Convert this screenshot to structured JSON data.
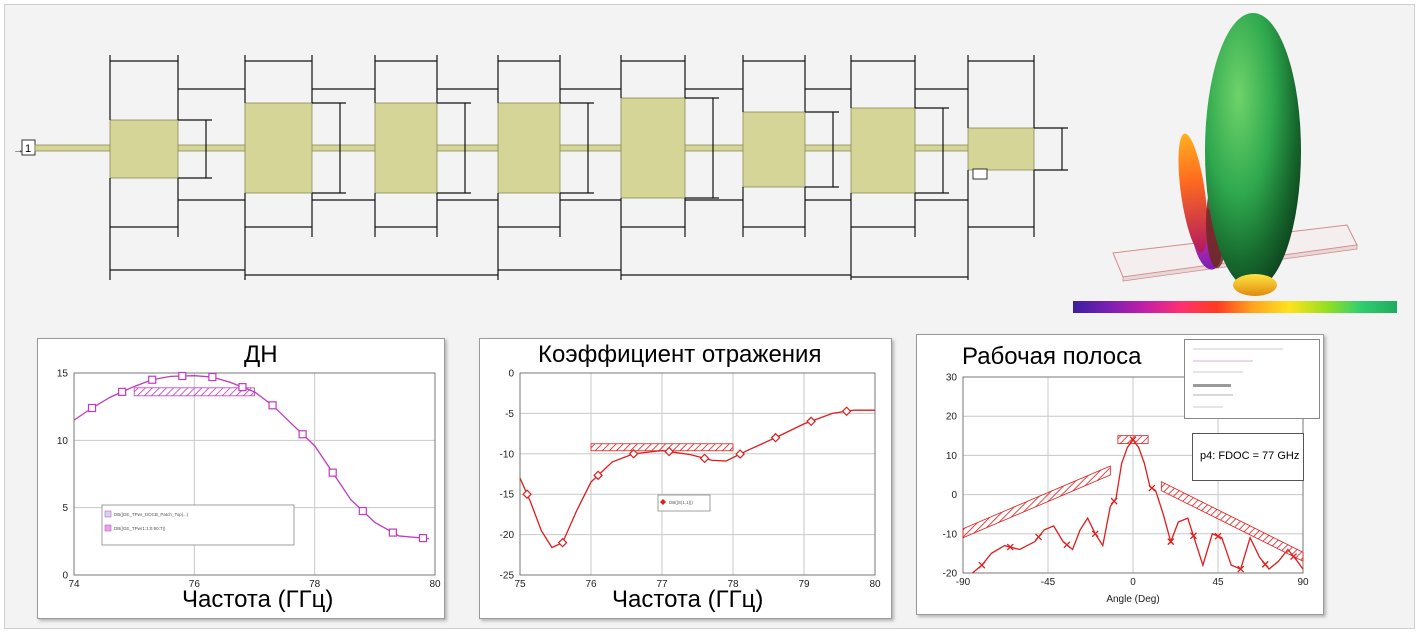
{
  "layout_diagram": {
    "port_label": "1",
    "port_marker": "→"
  },
  "radiation_pattern": {
    "colorbar_colors": [
      "#3b1fa0",
      "#7a1fb3",
      "#c21fa8",
      "#ff3070",
      "#ff3b1f",
      "#ffa51f",
      "#ffe21f",
      "#9be01f",
      "#2fcf6f",
      "#1faa5f"
    ]
  },
  "chart_data": [
    {
      "type": "line",
      "title": "ДН",
      "xlabel": "Частота (ГГц)",
      "ylabel": "",
      "xlim": [
        74,
        80
      ],
      "ylim": [
        0,
        15
      ],
      "xticks": [
        "74",
        "76",
        "78",
        "80"
      ],
      "yticks": [
        "0",
        "5",
        "10",
        "15"
      ],
      "grid": true,
      "series": [
        {
          "color": "#c23ac2",
          "marker": "square",
          "x": [
            74,
            74.3,
            74.6,
            75,
            75.3,
            75.6,
            76,
            76.3,
            76.6,
            77,
            77.3,
            77.6,
            78,
            78.3,
            78.6,
            79,
            79.4,
            79.9
          ],
          "y": [
            11.5,
            12.4,
            13.2,
            14.0,
            14.5,
            14.75,
            14.8,
            14.7,
            14.3,
            13.6,
            12.6,
            11.3,
            9.6,
            7.6,
            5.6,
            3.9,
            2.9,
            2.7
          ]
        }
      ],
      "marker_x": [
        74.3,
        74.8,
        75.3,
        75.8,
        76.3,
        76.8,
        77.3,
        77.8,
        78.3,
        78.8,
        79.3,
        79.8
      ],
      "goal_band": {
        "x": [
          75,
          77
        ],
        "y": 13.9
      },
      "legend_entries": [
        "DB(|GE_TPwr_DOCB_Patch_Top|...)",
        "DB(|GE_TPwr1:1:0:90:T|)"
      ]
    },
    {
      "type": "line",
      "title": "Коэффициент отражения",
      "xlabel": "Частота (ГГц)",
      "ylabel": "",
      "xlim": [
        75,
        80
      ],
      "ylim": [
        -25,
        0
      ],
      "xticks": [
        "75",
        "76",
        "77",
        "78",
        "79",
        "80"
      ],
      "yticks": [
        "0",
        "-5",
        "-10",
        "-15",
        "-20",
        "-25"
      ],
      "grid": true,
      "series": [
        {
          "color": "#e01c1c",
          "marker": "diamond",
          "x": [
            75,
            75.15,
            75.3,
            75.45,
            75.6,
            75.8,
            76,
            76.3,
            76.6,
            77,
            77.4,
            77.7,
            77.9,
            78.2,
            78.6,
            79,
            79.4,
            79.7,
            80
          ],
          "y": [
            -13,
            -16,
            -19.5,
            -21.6,
            -21.0,
            -17.0,
            -13.5,
            -11.0,
            -10.0,
            -9.6,
            -10.1,
            -10.8,
            -10.9,
            -9.6,
            -8.0,
            -6.3,
            -5.0,
            -4.6,
            -4.6
          ]
        }
      ],
      "marker_x": [
        75.1,
        75.6,
        76.1,
        76.6,
        77.1,
        77.6,
        78.1,
        78.6,
        79.1,
        79.6
      ],
      "goal_band": {
        "x": [
          76,
          78
        ],
        "y": -9.5
      },
      "legend_entries": [
        "DB(|S(1,1)|)"
      ]
    },
    {
      "type": "line",
      "title": "Рабочая полоса",
      "xlabel": "Angle (Deg)",
      "ylabel": "",
      "xlim": [
        -90,
        90
      ],
      "ylim": [
        -20,
        30
      ],
      "xticks": [
        "-90",
        "-45",
        "0",
        "45",
        "90"
      ],
      "yticks": [
        "30",
        "20",
        "10",
        "0",
        "-10",
        "-20"
      ],
      "grid": true,
      "series": [
        {
          "color": "#e01c1c",
          "marker": "x",
          "x": [
            -85,
            -80,
            -75,
            -68,
            -60,
            -52,
            -47,
            -42,
            -37,
            -32,
            -28,
            -24,
            -20,
            -16,
            -12,
            -9,
            -6,
            -3,
            0,
            3,
            6,
            9,
            12,
            16,
            20,
            24,
            29,
            33,
            37,
            42,
            47,
            52,
            57,
            62,
            67,
            72,
            77,
            82,
            87,
            90
          ],
          "y": [
            -20,
            -18,
            -15,
            -13,
            -14,
            -12,
            -9,
            -8,
            -12,
            -14,
            -9,
            -6,
            -10,
            -13,
            -3,
            -1,
            8,
            12,
            14,
            12,
            8,
            2,
            1,
            -5,
            -12,
            -7,
            -6,
            -12,
            -18,
            -10,
            -11,
            -18,
            -19,
            -11,
            -16,
            -19,
            -17,
            -14,
            -17,
            -19
          ]
        }
      ],
      "marker_x": [
        -80,
        -65,
        -50,
        -35,
        -20,
        -10,
        0,
        10,
        20,
        32,
        45,
        57,
        70,
        85
      ],
      "mask_left": {
        "x": [
          -90,
          -12
        ],
        "y": [
          -11,
          5
        ]
      },
      "mask_top": {
        "x": [
          -8,
          8
        ],
        "y": 13
      },
      "mask_right": {
        "x": [
          15,
          90
        ],
        "y": [
          1,
          -17
        ]
      },
      "annotation": "p4: FDOC = 77 GHz"
    }
  ]
}
